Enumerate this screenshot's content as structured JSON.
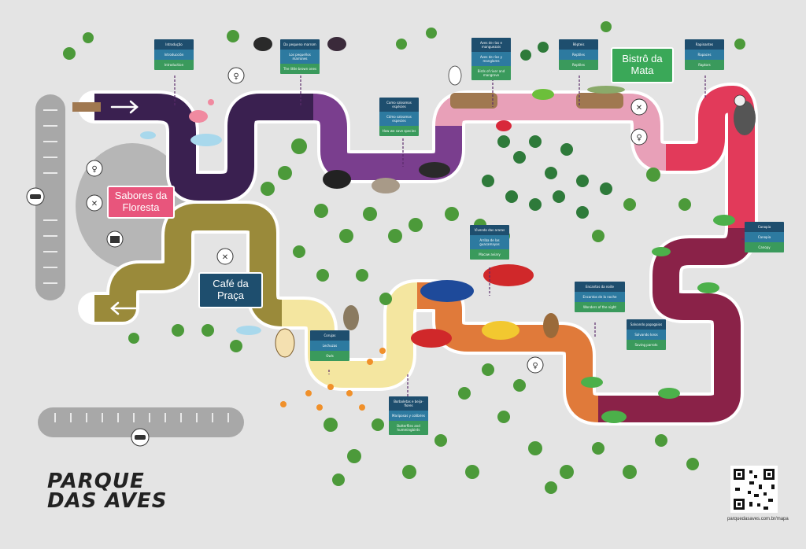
{
  "signs": [
    {
      "id": "intro",
      "lines": [
        "Introdução",
        "Introducción",
        "Introduction"
      ]
    },
    {
      "id": "brown",
      "lines": [
        "Do pequeno marrom",
        "Los pequeños marrones",
        "The little brown ones"
      ]
    },
    {
      "id": "save",
      "lines": [
        "Como salvamos espécies",
        "Cómo salvamos especies",
        "How we save species"
      ]
    },
    {
      "id": "rivers",
      "lines": [
        "Aves de rios e manguezais",
        "Aves de ríos y manglares",
        "Birds of river and mangrove"
      ]
    },
    {
      "id": "reptiles",
      "lines": [
        "Répteis",
        "Reptiles",
        "Reptiles"
      ]
    },
    {
      "id": "raptors",
      "lines": [
        "Rapinantes",
        "Rapaces",
        "Raptors"
      ]
    },
    {
      "id": "canopy",
      "lines": [
        "Canopia",
        "Canopia",
        "Canopy"
      ]
    },
    {
      "id": "macaws",
      "lines": [
        "Vivendo das araras",
        "Arriba de las guacamayas",
        "Macaw aviary"
      ]
    },
    {
      "id": "night",
      "lines": [
        "Encantos da noite",
        "Encantos de la noche",
        "Wonders of the night"
      ]
    },
    {
      "id": "parrots",
      "lines": [
        "Salvando papagaios",
        "Salvando loros",
        "Saving parrots"
      ]
    },
    {
      "id": "owls",
      "lines": [
        "Corujas",
        "Lechuzas",
        "Owls"
      ]
    },
    {
      "id": "butterflies",
      "lines": [
        "Borboletas e beija-flores",
        "Mariposas y colibríes",
        "Butterflies and hummingbirds"
      ]
    }
  ],
  "places": {
    "sabores": "Sabores da Floresta",
    "cafe": "Café da Praça",
    "bistro": "Bistrô da Mata"
  },
  "logo": {
    "line1": "PARQUE",
    "line2": "DAS AVES"
  },
  "url": "parquedasaves.com.br/mapa",
  "icons": [
    "arrow-right-icon",
    "arrow-left-icon",
    "car-icon",
    "restroom-icon",
    "restaurant-icon",
    "gift-icon",
    "qr-code-icon"
  ],
  "colors": {
    "segment1": "#3a2050",
    "segment2": "#7a3e8e",
    "segment3": "#e8a0b8",
    "segment4": "#e23a5a",
    "segment5": "#7a1e3e",
    "segment6": "#e07a3a",
    "segment7": "#f4e6a0",
    "segment8": "#9a8a3a"
  }
}
